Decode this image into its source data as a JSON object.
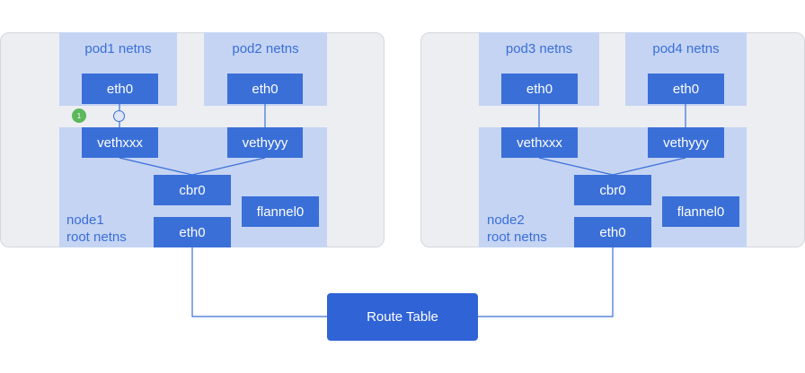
{
  "node1": {
    "label_line1": "node1",
    "label_line2": "root netns",
    "pod1_netns": "pod1 netns",
    "pod2_netns": "pod2 netns",
    "pod1_eth": "eth0",
    "pod2_eth": "eth0",
    "veth_a": "vethxxx",
    "veth_b": "vethyyy",
    "bridge": "cbr0",
    "flannel": "flannel0",
    "eth": "eth0",
    "step_badge": "1"
  },
  "node2": {
    "label_line1": "node2",
    "label_line2": "root netns",
    "pod3_netns": "pod3 netns",
    "pod4_netns": "pod4 netns",
    "pod3_eth": "eth0",
    "pod4_eth": "eth0",
    "veth_a": "vethxxx",
    "veth_b": "vethyyy",
    "bridge": "cbr0",
    "flannel": "flannel0",
    "eth": "eth0"
  },
  "route_table": "Route Table",
  "colors": {
    "node_bg": "#eceef1",
    "netns_bg": "#c5d4f3",
    "box_blue": "#3a6fd8",
    "route_blue": "#2f63d6",
    "line_blue": "#3a6fd8",
    "badge_green": "#5cb85c"
  }
}
